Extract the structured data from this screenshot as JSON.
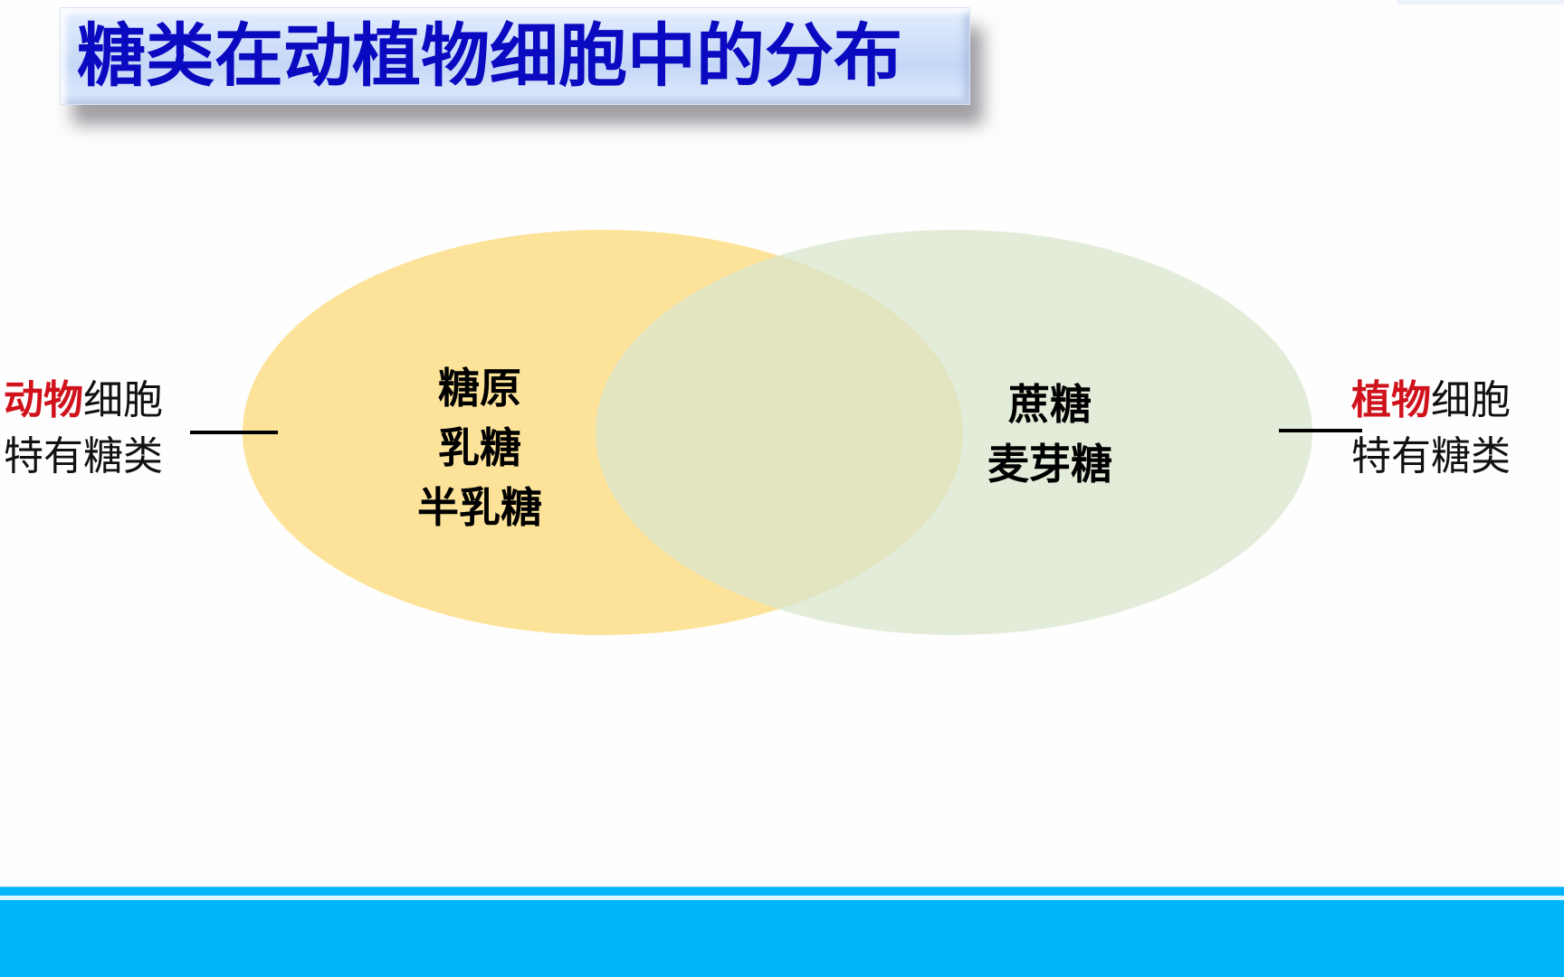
{
  "title": "糖类在动植物细胞中的分布",
  "diagram": {
    "type": "venn",
    "left_set": {
      "label_highlight": "动物",
      "label_rest_line1": "细胞",
      "label_line2": "特有糖类",
      "items": [
        "糖原",
        "乳糖",
        "半乳糖"
      ],
      "fill_color": "#fde39a"
    },
    "right_set": {
      "label_highlight": "植物",
      "label_rest_line1": "细胞",
      "label_line2": "特有糖类",
      "items": [
        "蔗糖",
        "麦芽糖"
      ],
      "fill_color": "#e2ecd9"
    },
    "overlap_color": "#e2e1a6",
    "highlight_color": "#d0121c",
    "title_color": "#0a0ac0",
    "footer_color": "#00b5fa"
  }
}
